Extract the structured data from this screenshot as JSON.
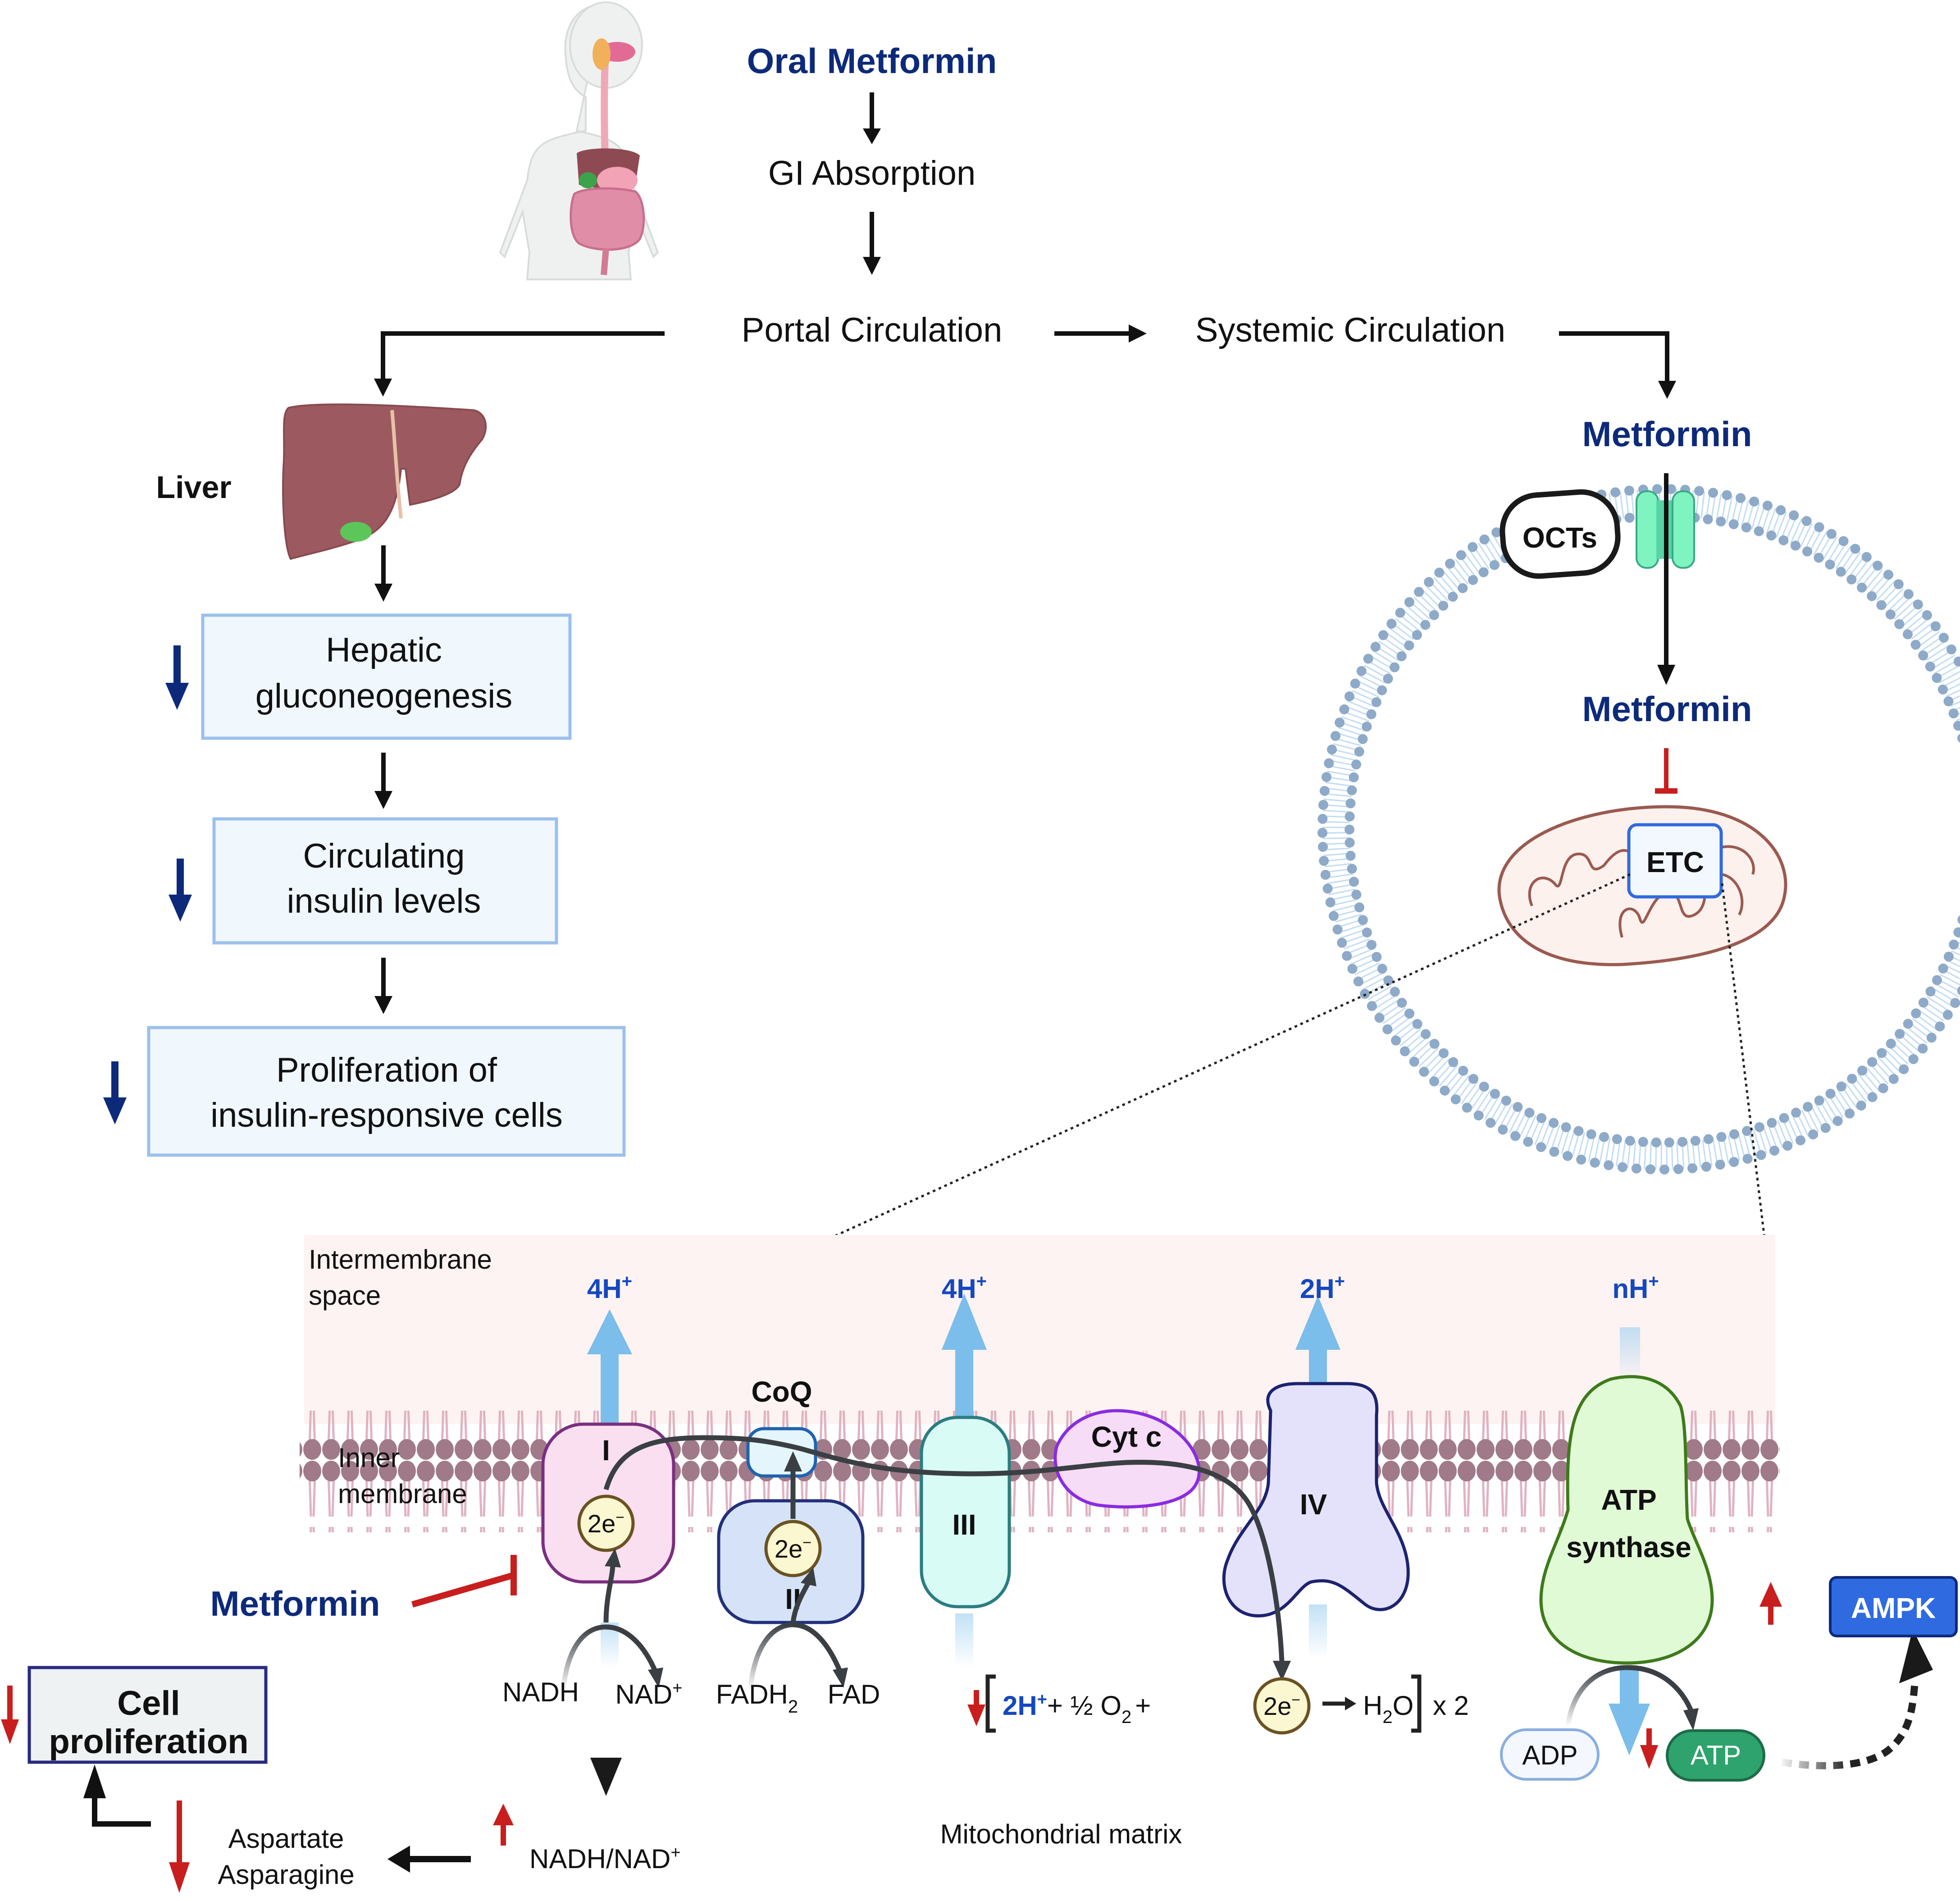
{
  "colors": {
    "metformin_blue": "#0d2a7a",
    "proton_blue": "#1448c0",
    "inhibit_red": "#c81e1e",
    "box_fill": "#f0f7fd",
    "box_border": "#9cc0ec",
    "membrane_head": "#a07a88",
    "ampk_blue": "#2f6ae0",
    "atp_green": "#2ea36d"
  },
  "top_flow": {
    "oral_metformin": "Oral Metformin",
    "gi_absorption": "GI Absorption",
    "portal_circulation": "Portal Circulation",
    "systemic_circulation": "Systemic Circulation"
  },
  "liver_branch": {
    "liver_label": "Liver",
    "boxes": [
      {
        "line1": "Hepatic",
        "line2": "gluconeogenesis",
        "trend": "decrease"
      },
      {
        "line1": "Circulating",
        "line2": "insulin levels",
        "trend": "decrease"
      },
      {
        "line1": "Proliferation of",
        "line2": "insulin-responsive cells",
        "trend": "decrease"
      }
    ]
  },
  "cell": {
    "metformin_outside": "Metformin",
    "transporter": "OCTs",
    "metformin_inside": "Metformin",
    "etc": "ETC"
  },
  "etc_detail": {
    "intermembrane_line1": "Intermembrane",
    "intermembrane_line2": "space",
    "inner_line1": "Inner",
    "inner_line2": "membrane",
    "matrix": "Mitochondrial matrix",
    "proton_labels": [
      "4H",
      "4H",
      "2H",
      "nH"
    ],
    "proton_sup": "+",
    "coq": "CoQ",
    "cytc": "Cyt c",
    "complex_I": "I",
    "complex_II": "II",
    "complex_III": "III",
    "complex_IV": "IV",
    "atp_synthase_line1": "ATP",
    "atp_synthase_line2": "synthase",
    "electron": "2e",
    "electron_sup": "−",
    "metformin_inhibitor": "Metformin",
    "nadh": "NADH",
    "nad": "NAD",
    "nad_sup": "+",
    "fadh": "FADH",
    "fadh_sub": "2",
    "fad": "FAD",
    "reaction": {
      "h": "2H",
      "h_sup": "+",
      "plus1": "+ ½ O",
      "o_sub": "2",
      "plus2": "+",
      "electron": "2e",
      "water": "H",
      "water_sub": "2",
      "water_o": "O",
      "multiplier": "x 2",
      "trend": "decrease"
    },
    "adp": "ADP",
    "atp": "ATP",
    "atp_trend": "decrease",
    "ampk": "AMPK",
    "ampk_trend": "increase"
  },
  "downstream": {
    "ratio": "NADH/NAD",
    "ratio_sup": "+",
    "ratio_trend": "increase",
    "aa_line1": "Aspartate",
    "aa_line2": "Asparagine",
    "aa_trend": "decrease",
    "cell_prolif_line1": "Cell",
    "cell_prolif_line2": "proliferation",
    "cell_prolif_trend": "decrease"
  }
}
